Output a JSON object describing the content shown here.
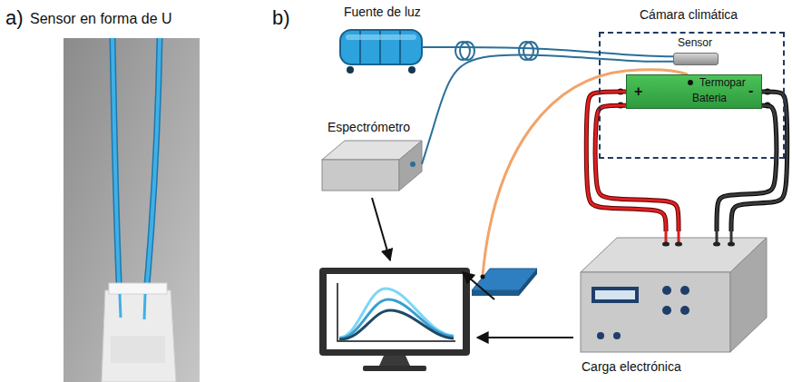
{
  "diagram": {
    "nodes": [
      {
        "text": [
          "Fuente de luz"
        ]
      },
      {
        "text": [
          "Cámara climática"
        ]
      },
      {
        "text": [
          "Sensor"
        ],
        "in": 1
      },
      {
        "text": [
          "Termopar",
          "Bateria",
          "+",
          "-"
        ],
        "in": 1
      },
      {
        "text": [
          "Espectrómetro"
        ]
      },
      {
        "text": [
          "Carga electrónica"
        ]
      }
    ],
    "edges": [
      {
        "from": 0,
        "to": 2,
        "arrow": "none"
      },
      {
        "from": 2,
        "to": 4,
        "arrow": "none"
      },
      {
        "from": 3,
        "to": 5,
        "arrow": "none"
      },
      {
        "from": 3,
        "to": 5,
        "arrow": "none"
      },
      {
        "from": 3,
        "to": 5,
        "arrow": "none"
      },
      {
        "from": 3,
        "to": 5,
        "arrow": "none"
      }
    ],
    "labels": [
      "a)",
      "Sensor en forma de U",
      "b)"
    ]
  }
}
